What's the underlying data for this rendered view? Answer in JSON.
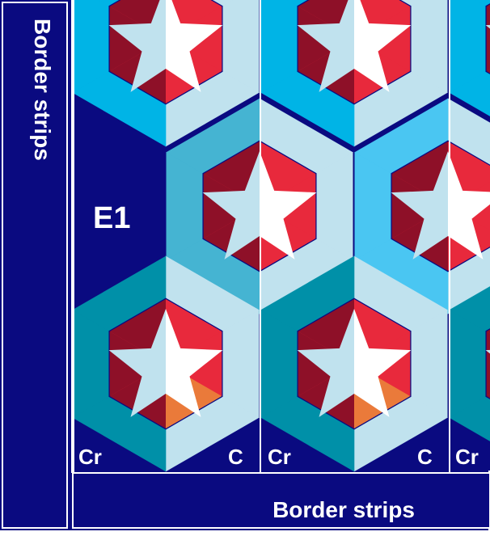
{
  "labels": {
    "left_border": "Border strips",
    "bottom_border": "Border strips",
    "block": "E1",
    "corner_left": "Cr",
    "corner_right": "C"
  },
  "colors": {
    "navy": "#0a0a80",
    "light_blue": "#c0e2ee",
    "sky_blue": "#00b4e6",
    "teal_blue": "#45b4d2",
    "teal": "#0090a8",
    "bright_blue": "#4ac6f2",
    "star_red": "#e8293c",
    "star_dark_red": "#8e1028",
    "star_orange": "#ea7a3a",
    "white": "#ffffff"
  }
}
